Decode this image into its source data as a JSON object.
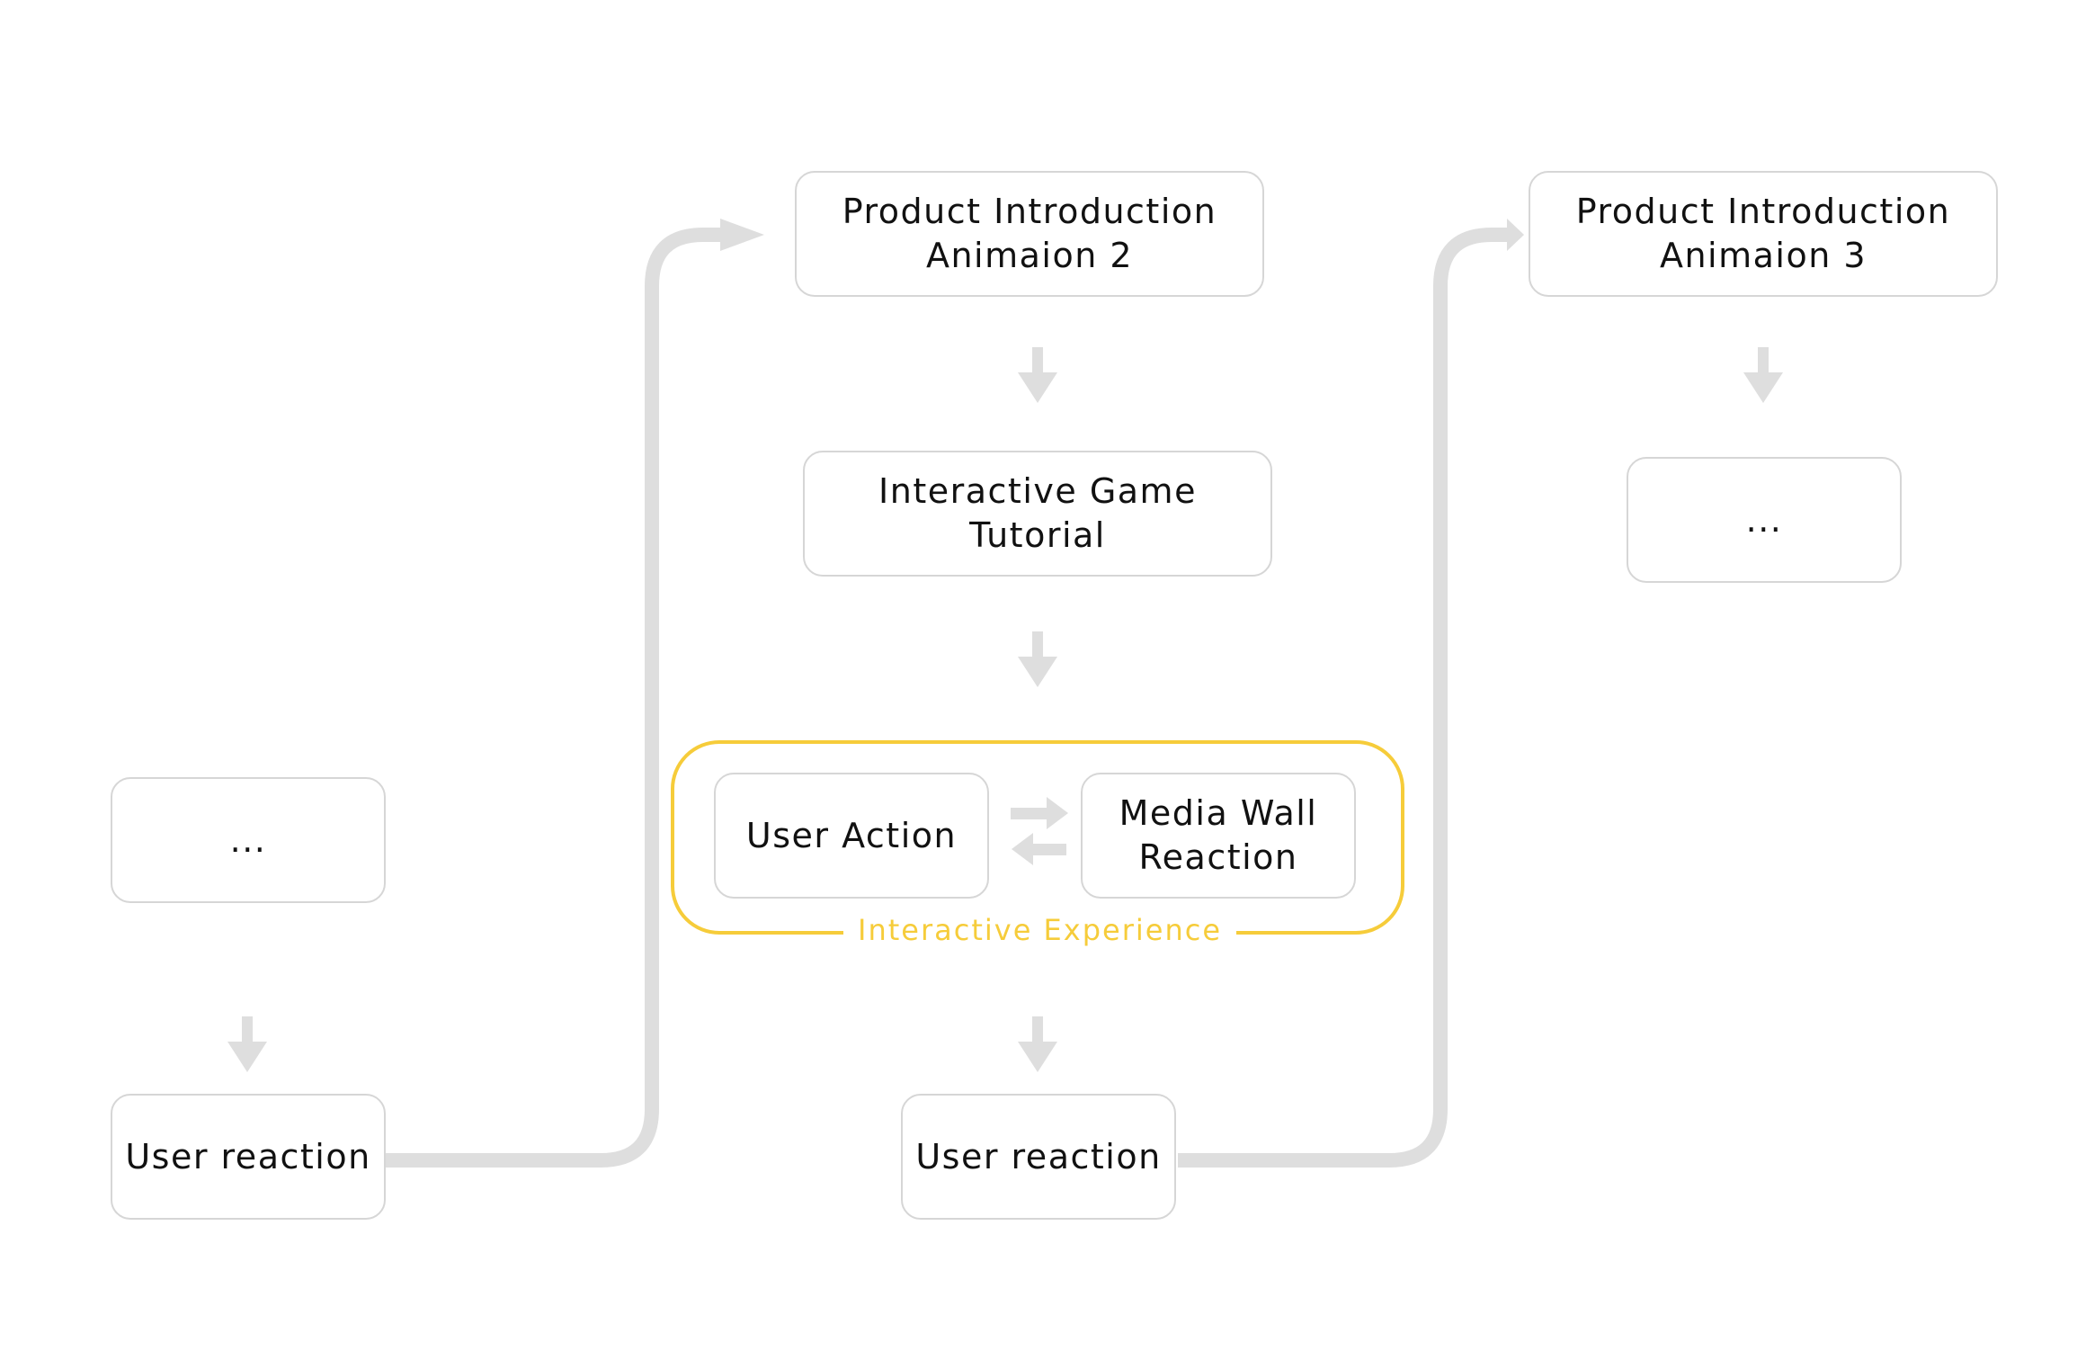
{
  "colors": {
    "connector": "#dedede",
    "box_border": "#d6d6d6",
    "accent": "#f6cc3a",
    "text": "#111111"
  },
  "nodes": {
    "product_intro_2": {
      "line1": "Product Introduction",
      "line2": "Animaion 2"
    },
    "product_intro_3": {
      "line1": "Product Introduction",
      "line2": "Animaion 3"
    },
    "game_tutorial": {
      "line1": "Interactive Game",
      "line2": "Tutorial"
    },
    "user_action": {
      "label": "User Action"
    },
    "media_wall_reaction": {
      "line1": "Media Wall",
      "line2": "Reaction"
    },
    "ellipsis_left": {
      "label": "..."
    },
    "ellipsis_right": {
      "label": "..."
    },
    "user_reaction_left": {
      "label": "User reaction"
    },
    "user_reaction_center": {
      "label": "User reaction"
    }
  },
  "group": {
    "label": "Interactive Experience"
  }
}
